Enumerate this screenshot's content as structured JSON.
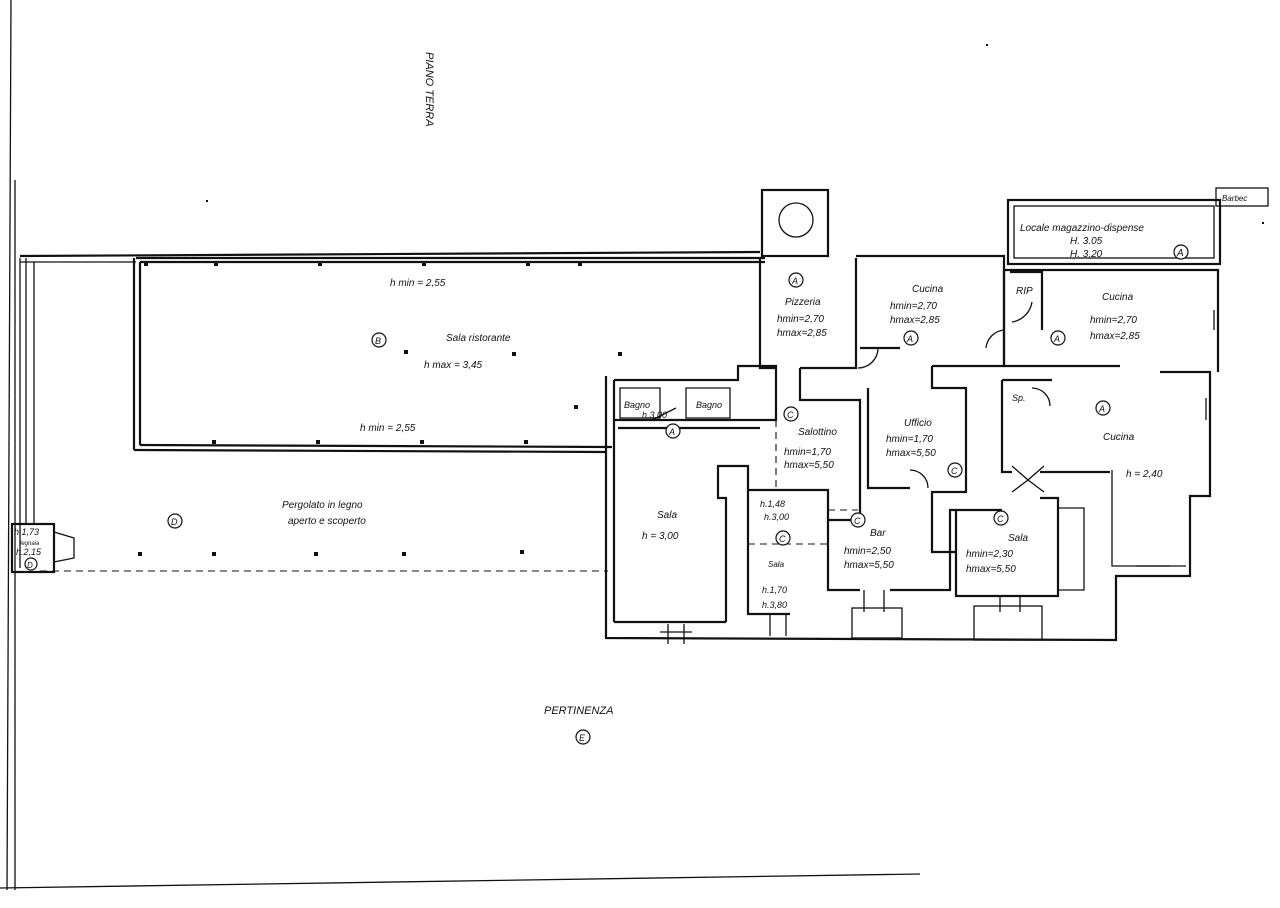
{
  "title": "PIANO TERRA",
  "outdoor": {
    "pertinenza": "PERTINENZA",
    "pertinenza_zone": "E"
  },
  "rooms": {
    "barbec": "Barbec",
    "magazzino": {
      "h1": "H. 3.05",
      "name": "Locale magazzino-dispense",
      "h2": "H. 3.20",
      "zone": "A"
    },
    "pizzeria": {
      "zone": "A",
      "name": "Pizzeria",
      "hmin": "hmin=2,70",
      "hmax": "hmax=2,85"
    },
    "cucina1": {
      "name": "Cucina",
      "hmin": "hmin=2,70",
      "hmax": "hmax=2,85",
      "zone": "A"
    },
    "rip": "RIP",
    "cucina2": {
      "name": "Cucina",
      "hmin": "hmin=2,70",
      "hmax": "hmax=2,85",
      "zone": "A"
    },
    "sala_ristorante": {
      "hmin_top": "h min = 2,55",
      "zone": "B",
      "name": "Sala ristorante",
      "hmax": "h max = 3,45",
      "hmin_bottom": "h min = 2,55"
    },
    "bagni": {
      "left": "Bagno",
      "right": "Bagno",
      "h": "h.3,00",
      "zone": "A"
    },
    "salottino": {
      "zone": "C",
      "name": "Salottino",
      "hmin": "hmin=1,70",
      "hmax": "hmax=5,50"
    },
    "ufficio": {
      "name": "Ufficio",
      "hmin": "hmin=1,70",
      "hmax": "hmax=5,50",
      "zone": "C"
    },
    "sp": "Sp.",
    "cucina3": {
      "zone": "A",
      "name": "Cucina",
      "h": "h = 2,40"
    },
    "sala1": {
      "name": "Sala",
      "h": "h = 3,00"
    },
    "sala_small": {
      "h1": "h.1,48",
      "h2": "h.3,00",
      "zone": "C",
      "name": "Sala",
      "h3": "h.1,70",
      "h4": "h.3,80"
    },
    "bar": {
      "zone": "C",
      "name": "Bar",
      "hmin": "hmin=2,50",
      "hmax": "hmax=5,50"
    },
    "sala2": {
      "zone": "C",
      "name": "Sala",
      "hmin": "hmin=2,30",
      "hmax": "hmax=5,50"
    },
    "pergolato": {
      "line1": "Pergolato in legno",
      "line2": "aperto e scoperto",
      "zone": "D"
    },
    "legnaia": {
      "h1": "h.1,73",
      "name": "legnaia",
      "h2": "h.2,15",
      "zone": "D"
    }
  }
}
